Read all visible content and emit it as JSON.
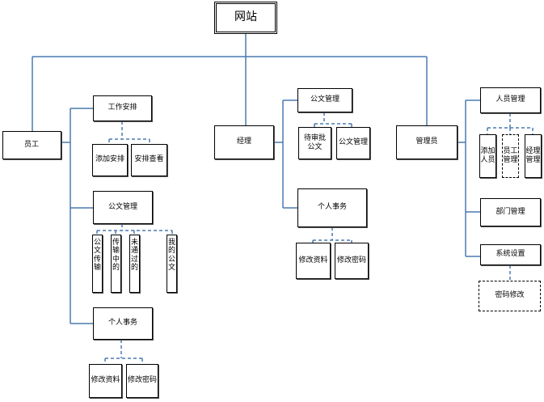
{
  "root": {
    "label": "网站"
  },
  "employee": {
    "label": "员工",
    "work": {
      "label": "工作安排",
      "children": [
        "添加安排",
        "安排查看"
      ]
    },
    "doc": {
      "label": "公文管理",
      "children": [
        "公文传输",
        "传输中的",
        "未通过的",
        "我的公文"
      ]
    },
    "personal": {
      "label": "个人事务",
      "children": [
        "修改资料",
        "修改密码"
      ]
    }
  },
  "manager": {
    "label": "经理",
    "doc": {
      "label": "公文管理",
      "children": [
        "待审批公文",
        "公文管理"
      ]
    },
    "personal": {
      "label": "个人事务",
      "children": [
        "修改资料",
        "修改密码"
      ]
    }
  },
  "admin": {
    "label": "管理员",
    "people": {
      "label": "人员管理",
      "children": [
        "添加人员",
        "员工管理",
        "经理管理"
      ]
    },
    "dept": {
      "label": "部门管理"
    },
    "system": {
      "label": "系统设置",
      "children": [
        "密码修改"
      ]
    }
  },
  "colors": {
    "line": "#4a7ab0",
    "border": "#000000"
  }
}
